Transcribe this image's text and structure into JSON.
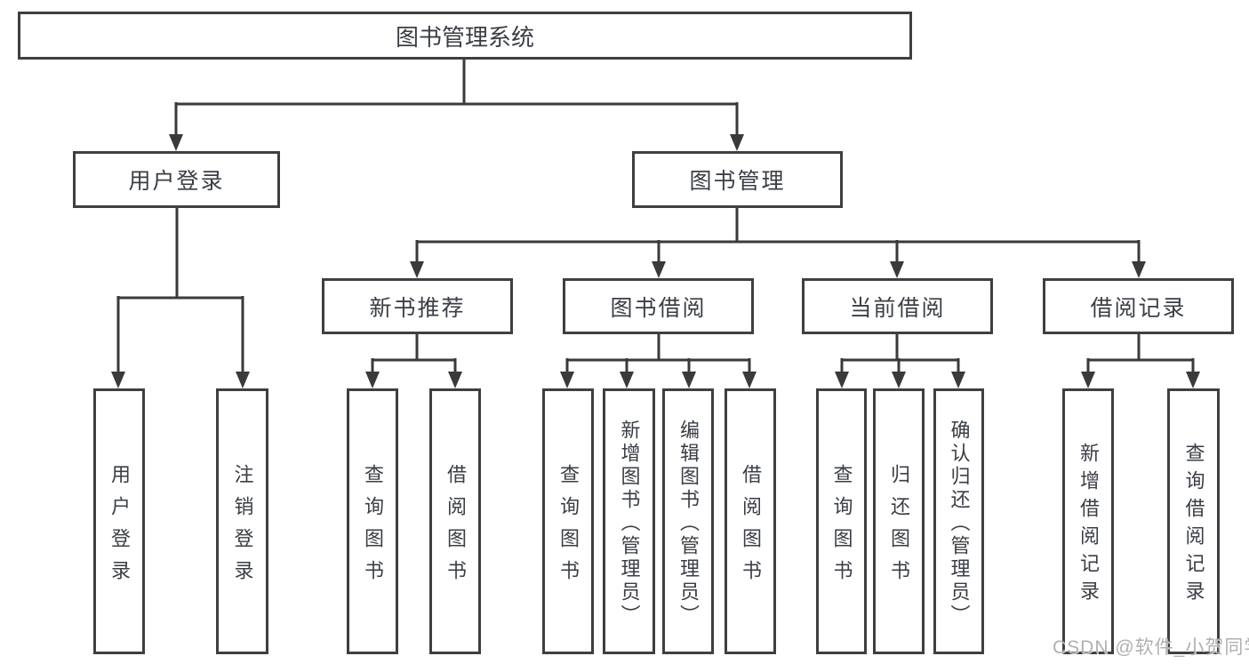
{
  "diagram_title": "图书管理系统",
  "nodes": {
    "root": "图书管理系统",
    "user_login": "用户登录",
    "book_mgmt": "图书管理",
    "new_book_rec": "新书推荐",
    "book_borrowing": "图书借阅",
    "current_borrowing": "当前借阅",
    "borrowing_records": "借阅记录",
    "leaf_user_login": "用户登录",
    "leaf_logout": "注销登录",
    "leaf_nbr_query_books": "查询图书",
    "leaf_nbr_borrow_books": "借阅图书",
    "leaf_bb_query_books": "查询图书",
    "leaf_bb_add_books": "新增图书（管理员）",
    "leaf_bb_edit_books": "编辑图书（管理员）",
    "leaf_bb_borrow_books": "借阅图书",
    "leaf_cb_query_books": "查询图书",
    "leaf_cb_return_books": "归还图书",
    "leaf_cb_confirm_return": "确认归还（管理员）",
    "leaf_br_add_record": "新增借阅记录",
    "leaf_br_query_record": "查询借阅记录"
  },
  "watermark": "CSDN @软件_小贺同学",
  "colors": {
    "line": "#3a3a3a",
    "border": "#3f3f41",
    "text": "#3a3e45",
    "watermark": "#acacac",
    "background": "#ffffff"
  }
}
